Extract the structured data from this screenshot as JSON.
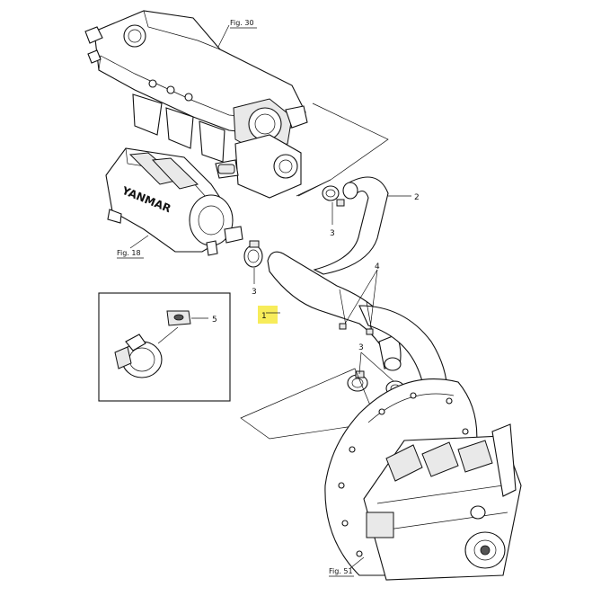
{
  "figure_refs": {
    "fig30": "Fig. 30",
    "fig18": "Fig. 18",
    "fig51": "Fig. 51"
  },
  "callouts": {
    "c1": "1",
    "c2": "2",
    "c3a": "3",
    "c3b": "3",
    "c3c": "3",
    "c4": "4",
    "c5": "5"
  },
  "brand": "YANMAR",
  "highlight_color": "#f7ec5a"
}
